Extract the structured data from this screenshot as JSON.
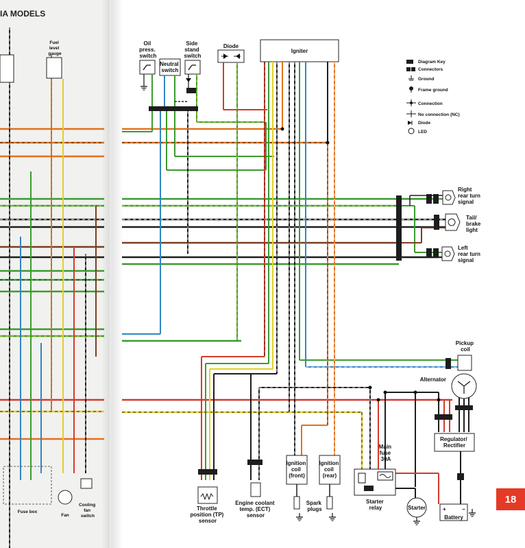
{
  "header": {
    "title": "IA MODELS"
  },
  "page_number": "18",
  "diagram_key": {
    "title": "Diagram Key",
    "items": [
      "Connectors",
      "Ground",
      "Frame ground",
      "Connection",
      "No connection (NC)",
      "Diode",
      "LED"
    ]
  },
  "components": {
    "fuel_gauge": [
      "Fuel",
      "level",
      "gauge"
    ],
    "oil_switch": [
      "Oil",
      "press.",
      "switch"
    ],
    "neutral_switch": [
      "Neutral",
      "switch"
    ],
    "side_stand_switch": [
      "Side",
      "stand",
      "switch"
    ],
    "diode": "Diode",
    "igniter": "Igniter",
    "right_turn_signal": [
      "Right",
      "rear turn",
      "signal"
    ],
    "tail_light": [
      "Tail/",
      "brake",
      "light"
    ],
    "left_turn_signal": [
      "Left",
      "rear turn",
      "signal"
    ],
    "pickup_coil": [
      "Pickup",
      "coil"
    ],
    "alternator": "Alternator",
    "regulator": [
      "Regulator/",
      "Rectifier"
    ],
    "main_fuse": [
      "Main",
      "fuse",
      "30A"
    ],
    "starter_relay": [
      "Starter",
      "relay"
    ],
    "starter": "Starter",
    "battery": "Battery",
    "ignition_coil_front": [
      "Ignition",
      "coil",
      "(front)"
    ],
    "ignition_coil_rear": [
      "Ignition",
      "coil",
      "(rear)"
    ],
    "spark_plugs": [
      "Spark",
      "plugs"
    ],
    "tp_sensor": [
      "Throttle",
      "position (TP)",
      "sensor"
    ],
    "ect_sensor": [
      "Engine coolant",
      "temp. (ECT)",
      "sensor"
    ],
    "fan": "Fan",
    "fan_switch": [
      "Cooling",
      "fan",
      "switch"
    ],
    "fuse_box": "Fuse box"
  },
  "wire_colors": {
    "orange": "#e2711d",
    "green": "#3a9b2e",
    "blue": "#2f86c2",
    "red": "#d23a2c",
    "brown": "#7a3d22",
    "black": "#1d1d1d",
    "yellow": "#e4cf28",
    "white": "#ffffff",
    "gray": "#8a8a8a"
  }
}
